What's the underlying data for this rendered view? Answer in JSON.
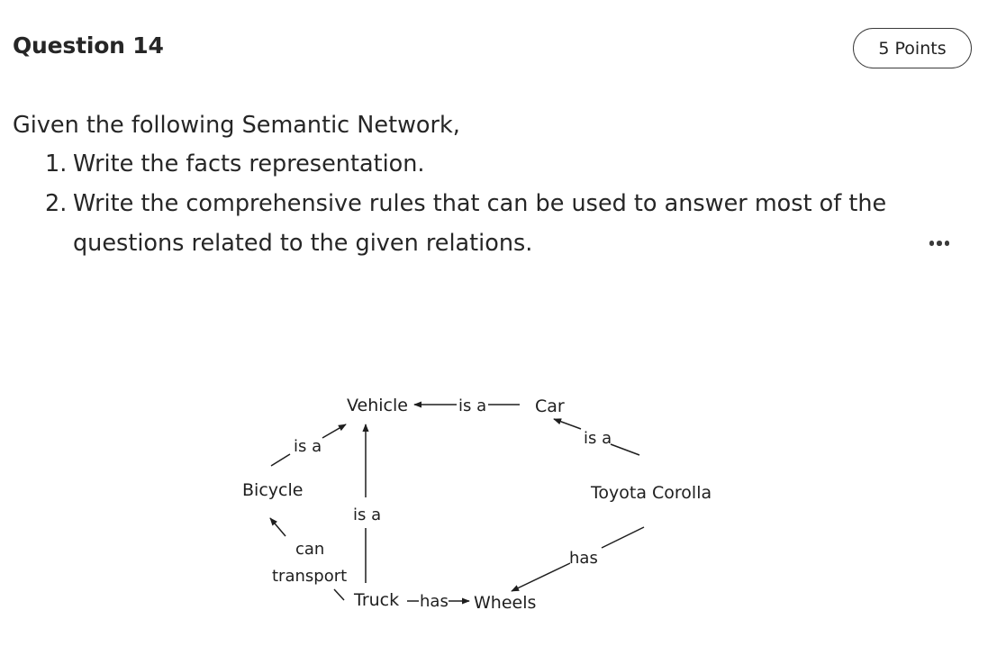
{
  "question": {
    "title": "Question 14",
    "points": "5 Points",
    "prompt": "Given the following Semantic Network,",
    "items": [
      {
        "number": "1.",
        "text": "Write the facts representation."
      },
      {
        "number": "2.",
        "text": "Write the comprehensive rules that can be used to answer most of the questions related to the given relations."
      }
    ]
  },
  "diagram": {
    "nodes": {
      "vehicle": "Vehicle",
      "car": "Car",
      "bicycle": "Bicycle",
      "toyota": "Toyota Corolla",
      "truck": "Truck",
      "wheels": "Wheels"
    },
    "edges": {
      "car_vehicle": "is a",
      "bicycle_vehicle": "is a",
      "toyota_car": "is a",
      "truck_vehicle": "is a",
      "truck_bicycle_line1": "can",
      "truck_bicycle_line2": "transport",
      "truck_wheels": "has",
      "toyota_wheels": "has"
    }
  },
  "icons": {
    "more": "more-options-icon"
  }
}
